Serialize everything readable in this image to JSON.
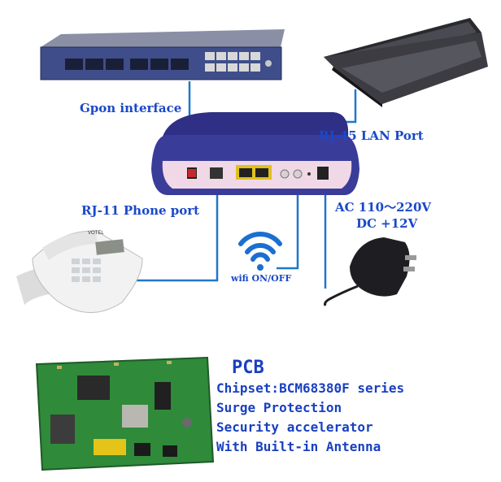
{
  "labels": {
    "gpon": "Gpon interface",
    "rj45": "RJ-45 LAN Port",
    "rj11": "RJ-11 Phone port",
    "power_ac": "AC  110～220V",
    "power_dc": "DC  +12V",
    "wifi": "wifi ON/OFF"
  },
  "pcb": {
    "heading": "PCB",
    "lines": [
      "Chipset:BCM68380F series",
      "Surge Protection",
      "Security accelerator",
      "With Built-in Antenna"
    ]
  },
  "phone_brand": "VOTEL",
  "colors": {
    "label_blue": "#1a48c8",
    "connector_line": "#1e78c8",
    "router_blue": "#3a3c9a",
    "router_pink": "#f0d8e6",
    "pcb_green": "#2f8a3a"
  }
}
